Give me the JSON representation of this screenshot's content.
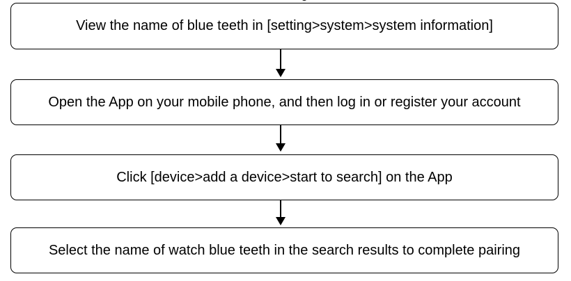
{
  "flowchart": {
    "steps": [
      {
        "label": "View the name of blue teeth in [setting>system>system information]"
      },
      {
        "label": "Open the App on your mobile phone, and then log in or register your account"
      },
      {
        "label": "Click [device>add a device>start to search] on the App"
      },
      {
        "label": "Select the name of watch blue teeth in the search results to complete pairing"
      }
    ],
    "colors": {
      "box_border": "#000000",
      "text": "#000000",
      "arrow": "#000000",
      "background": "#ffffff"
    }
  }
}
